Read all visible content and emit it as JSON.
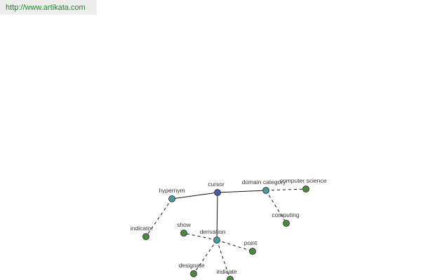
{
  "header": {
    "url": "http://www.artikata.com"
  },
  "colors": {
    "root_node": "#4a5a9e",
    "relation_node": "#4a9a9e",
    "leaf_node": "#4a8a3e",
    "node_stroke": "#222222",
    "edge": "#111111",
    "link_text": "#2e7d32"
  },
  "graph": {
    "nodes": [
      {
        "id": "cursor",
        "label": "cursor",
        "kind": "root"
      },
      {
        "id": "hypernym",
        "label": "hypernym",
        "kind": "relation"
      },
      {
        "id": "domain_category",
        "label": "domain category",
        "kind": "relation"
      },
      {
        "id": "derivation",
        "label": "derivation",
        "kind": "relation"
      },
      {
        "id": "indicator",
        "label": "indicator",
        "kind": "leaf"
      },
      {
        "id": "computer_science",
        "label": "computer science",
        "kind": "leaf"
      },
      {
        "id": "computing",
        "label": "computing",
        "kind": "leaf"
      },
      {
        "id": "show",
        "label": "show",
        "kind": "leaf"
      },
      {
        "id": "point",
        "label": "point",
        "kind": "leaf"
      },
      {
        "id": "designate",
        "label": "designate",
        "kind": "leaf"
      },
      {
        "id": "indicate",
        "label": "indicate",
        "kind": "leaf"
      }
    ],
    "edges": [
      {
        "from": "cursor",
        "to": "hypernym",
        "style": "solid"
      },
      {
        "from": "cursor",
        "to": "domain_category",
        "style": "solid"
      },
      {
        "from": "cursor",
        "to": "derivation",
        "style": "solid"
      },
      {
        "from": "hypernym",
        "to": "indicator",
        "style": "dashed"
      },
      {
        "from": "domain_category",
        "to": "computer_science",
        "style": "dashed"
      },
      {
        "from": "domain_category",
        "to": "computing",
        "style": "dashed"
      },
      {
        "from": "derivation",
        "to": "show",
        "style": "dashed"
      },
      {
        "from": "derivation",
        "to": "point",
        "style": "dashed"
      },
      {
        "from": "derivation",
        "to": "designate",
        "style": "dashed"
      },
      {
        "from": "derivation",
        "to": "indicate",
        "style": "dashed"
      }
    ]
  }
}
